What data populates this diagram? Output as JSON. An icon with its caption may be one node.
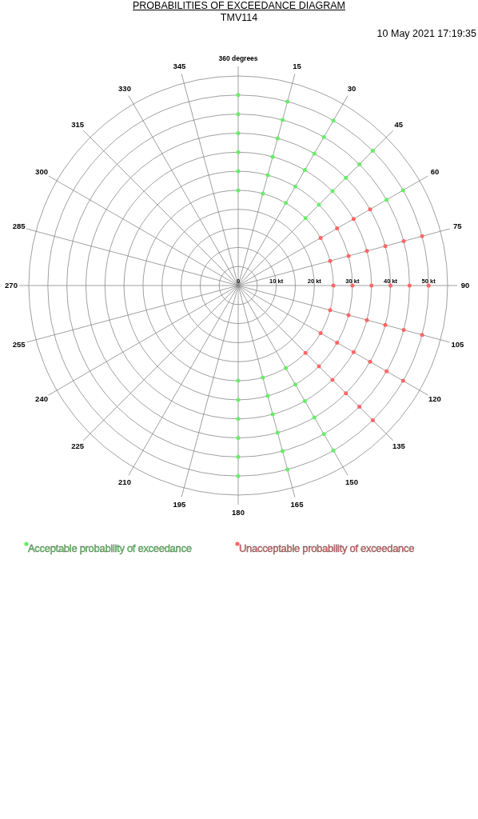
{
  "diagram": {
    "title": "PROBABILITIES OF EXCEEDANCE DIAGRAM",
    "labels": [
      "TMV114",
      "10 May 2021  17:19:35",
      "360 degrees",
      "15",
      "30",
      "45",
      "60",
      "75",
      "90",
      "105",
      "120",
      "135",
      "150",
      "165",
      "180",
      "195",
      "210",
      "225",
      "240",
      "255",
      "270",
      "285",
      "300",
      "315",
      "330",
      "345",
      "0",
      "10 kt",
      "20 kt",
      "30 kt",
      "40 kt",
      "50 kt"
    ],
    "legend": [
      {
        "text": "Acceptable probability of exceedance",
        "color": "#66ee66"
      },
      {
        "text": "Unacceptable probability of exceedance",
        "color": "#ff6666"
      }
    ]
  }
}
